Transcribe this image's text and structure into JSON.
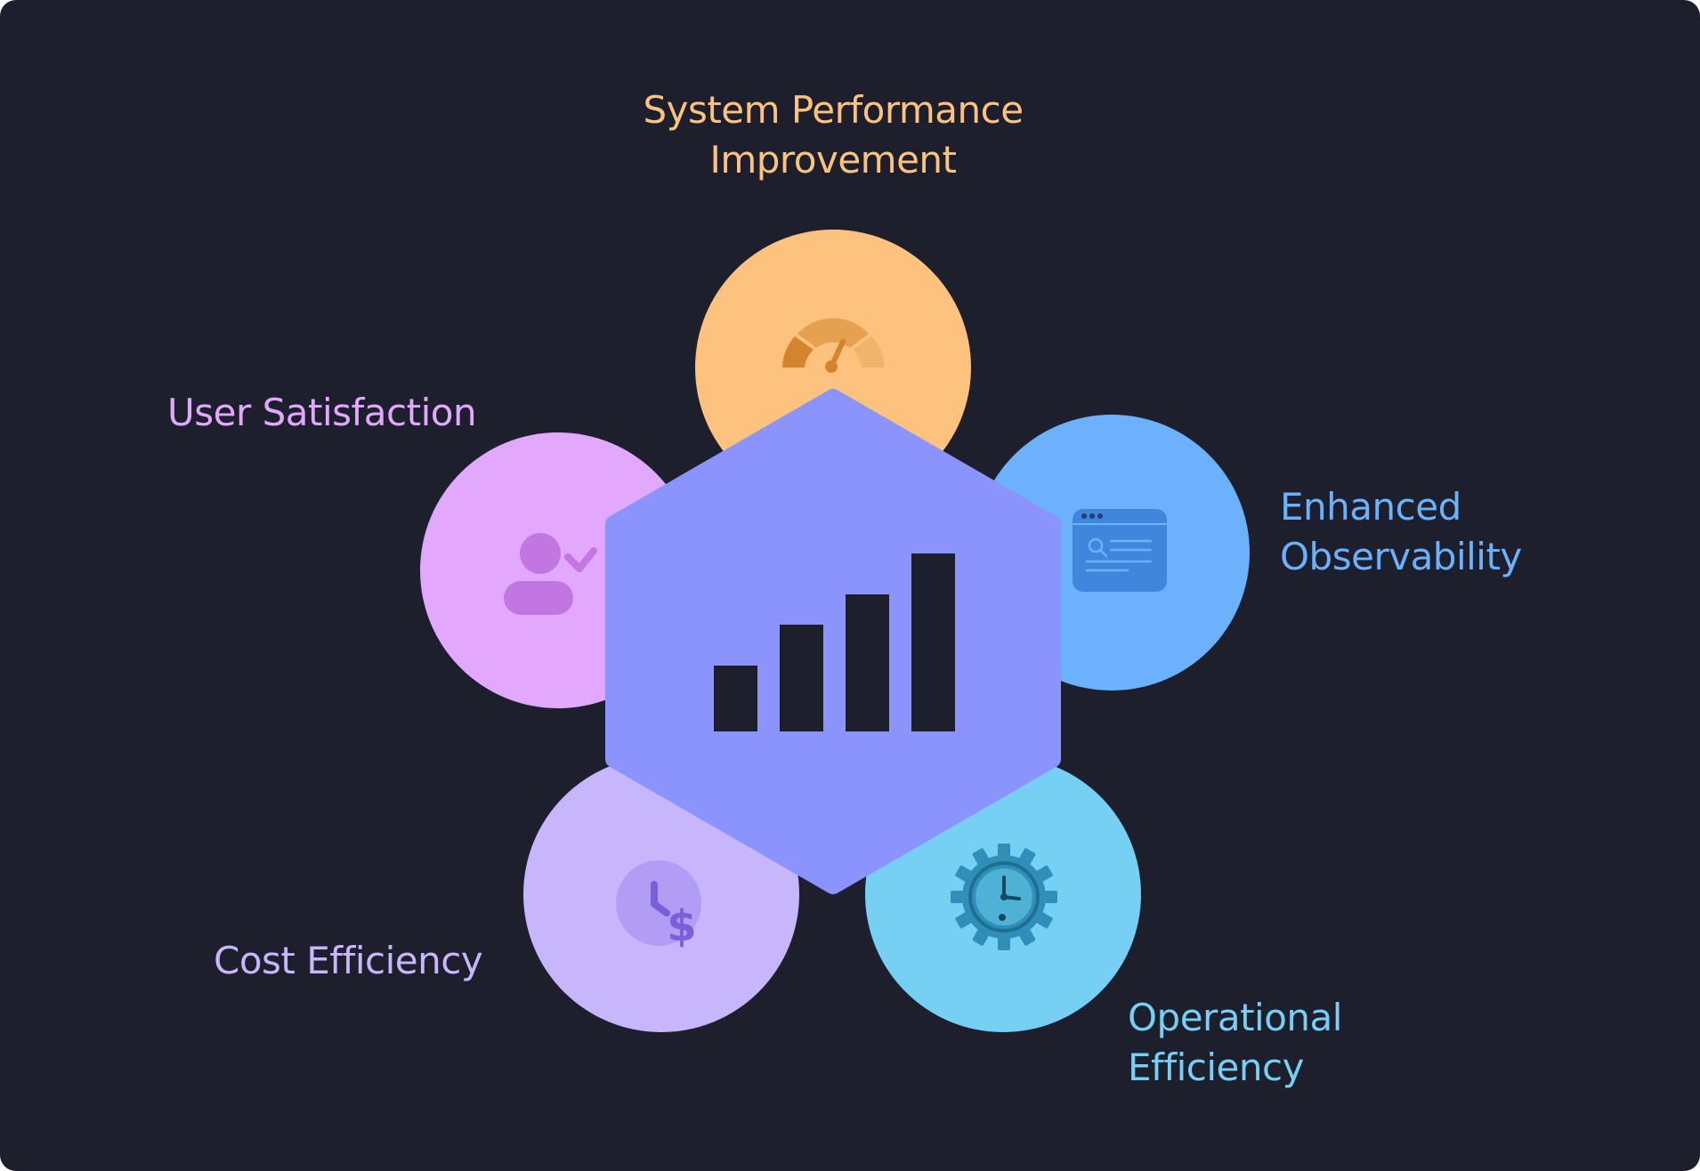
{
  "colors": {
    "background": "#1d1f2d",
    "hexagon": "#8b93fd",
    "hexagon_bars": "#1d1f2d",
    "system_performance": "#fdc27e",
    "system_performance_icon": "#d4842c",
    "user_satisfaction": "#e2a8fd",
    "user_satisfaction_icon": "#c277e0",
    "observability": "#6cb1fc",
    "observability_icon": "#3f86dc",
    "cost_efficiency": "#c8b6fd",
    "cost_efficiency_icon": "#7b5fd9",
    "operational_efficiency": "#76d0f4",
    "operational_efficiency_icon": "#2f8fb8"
  },
  "center": {
    "icon": "bar-chart-icon",
    "bar_levels": [
      0.37,
      0.6,
      0.77,
      1.0
    ]
  },
  "nodes": {
    "system_performance": {
      "label_lines": [
        "System Performance",
        "Improvement"
      ],
      "icon": "speedometer-icon"
    },
    "user_satisfaction": {
      "label_lines": [
        "User Satisfaction"
      ],
      "icon": "user-check-icon"
    },
    "observability": {
      "label_lines": [
        "Enhanced",
        "Observability"
      ],
      "icon": "browser-search-icon"
    },
    "cost_efficiency": {
      "label_lines": [
        "Cost Efficiency"
      ],
      "icon": "clock-dollar-icon"
    },
    "operational_efficiency": {
      "label_lines": [
        "Operational",
        "Efficiency"
      ],
      "icon": "gear-clock-icon"
    }
  }
}
